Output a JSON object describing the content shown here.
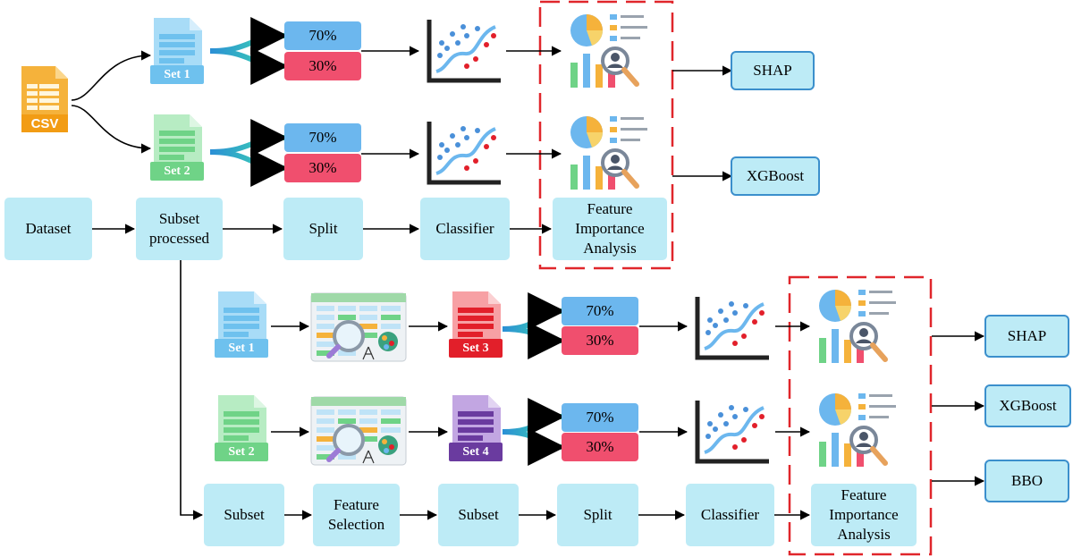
{
  "source_file": {
    "label": "CSV"
  },
  "top_branch": {
    "set1": "Set 1",
    "set2": "Set 2",
    "train": "70%",
    "test": "30%",
    "outputs": [
      "SHAP",
      "XGBoost"
    ]
  },
  "main_pipeline": [
    "Dataset",
    "Subset processed",
    "Split",
    "Classifier",
    "Feature Importance Analysis"
  ],
  "bottom_branch": {
    "set1": "Set 1",
    "set2": "Set 2",
    "set3": "Set 3",
    "set4": "Set 4",
    "train": "70%",
    "test": "30%",
    "outputs": [
      "SHAP",
      "XGBoost",
      "BBO"
    ]
  },
  "bottom_pipeline": [
    "Subset",
    "Feature Selection",
    "Subset",
    "Split",
    "Classifier",
    "Feature Importance Analysis"
  ],
  "colors": {
    "box_fill": "#bdebf6",
    "output_border": "#3b8fcc",
    "highlight_dash": "#e0262b",
    "train_fill": "#6cb7ee",
    "test_fill": "#f04f6e",
    "set1": "#6ec1ee",
    "set2": "#6fd387",
    "set3": "#e21f2a",
    "set4": "#6a3b9f",
    "csv": "#f5b23b"
  }
}
